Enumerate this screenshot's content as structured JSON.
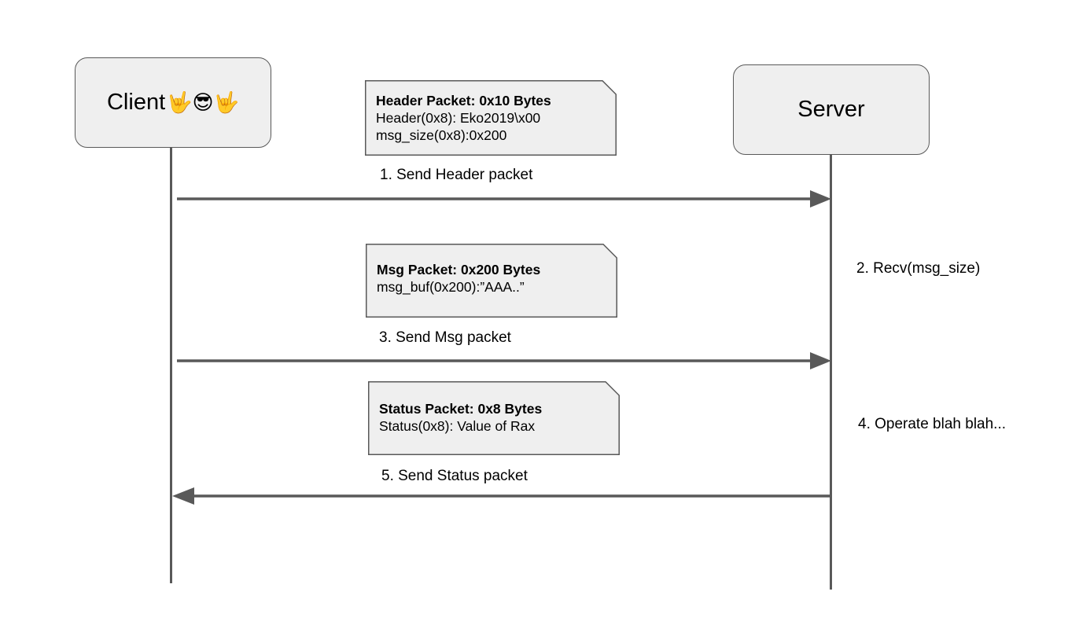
{
  "actors": {
    "client": {
      "label": "Client",
      "emoji": "🤟😎🤟"
    },
    "server": {
      "label": "Server"
    }
  },
  "notes": {
    "header": {
      "title": "Header Packet: 0x10 Bytes",
      "line1": "Header(0x8): Eko2019\\x00",
      "line2": "msg_size(0x8):0x200"
    },
    "msg": {
      "title": "Msg Packet: 0x200 Bytes",
      "line1": "msg_buf(0x200):”AAA..”"
    },
    "status": {
      "title": "Status Packet: 0x8 Bytes",
      "line1": "Status(0x8): Value of Rax"
    }
  },
  "steps": {
    "step1": "1.  Send Header packet",
    "step2": "2. Recv(msg_size)",
    "step3": "3. Send Msg packet",
    "step4": "4. Operate blah blah...",
    "step5": "5. Send Status packet"
  },
  "colors": {
    "line": "#595959",
    "box_fill": "#efefef",
    "text": "#000000"
  }
}
